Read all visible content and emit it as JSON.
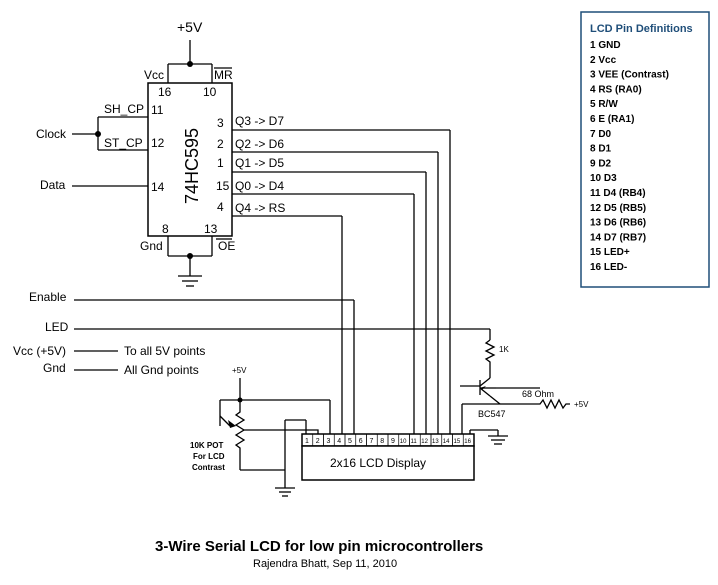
{
  "title": "3-Wire Serial LCD for low pin microcontrollers",
  "subtitle": "Rajendra Bhatt, Sep 11, 2010",
  "ic": {
    "name": "74HC595",
    "pins": {
      "vcc": "Vcc",
      "mr": "MR",
      "p16": "16",
      "p10": "10",
      "shcp": "SH_CP",
      "p11": "11",
      "stcp": "ST_CP",
      "p12": "12",
      "p14": "14",
      "p3": "3",
      "p2": "2",
      "p1": "1",
      "p15": "15",
      "p4": "4",
      "q3": "Q3 -> D7",
      "q2": "Q2 -> D6",
      "q1": "Q1 -> D5",
      "q0": "Q0 -> D4",
      "q4": "Q4 -> RS",
      "p8": "8",
      "p13": "13",
      "gnd": "Gnd",
      "oe": "OE"
    }
  },
  "supply_top": "+5V",
  "inputs": {
    "clock": "Clock",
    "data": "Data",
    "enable": "Enable",
    "led": "LED",
    "vcc": "Vcc (+5V)",
    "gnd": "Gnd"
  },
  "notes": {
    "vcc": "To all 5V points",
    "gnd": "All Gnd points"
  },
  "pot": {
    "supply": "+5V",
    "label1": "10K POT",
    "label2": "For LCD",
    "label3": "Contrast"
  },
  "lcd": {
    "label": "2x16 LCD Display",
    "pins": [
      "1",
      "2",
      "3",
      "4",
      "5",
      "6",
      "7",
      "8",
      "9",
      "10",
      "11",
      "12",
      "13",
      "14",
      "15",
      "16"
    ]
  },
  "transistor": {
    "r1": "1K",
    "name": "BC547",
    "r2": "68 Ohm",
    "supply": "+5V"
  },
  "legend": {
    "title": "LCD Pin Definitions",
    "items": [
      "1  GND",
      "2  Vcc",
      "3  VEE (Contrast)",
      "4  RS (RA0)",
      "5  R/W",
      "6  E (RA1)",
      "7  D0",
      "8  D1",
      "9  D2",
      "10  D3",
      "11  D4 (RB4)",
      "12  D5 (RB5)",
      "13  D6 (RB6)",
      "14  D7 (RB7)",
      "15  LED+",
      "16  LED-"
    ]
  }
}
